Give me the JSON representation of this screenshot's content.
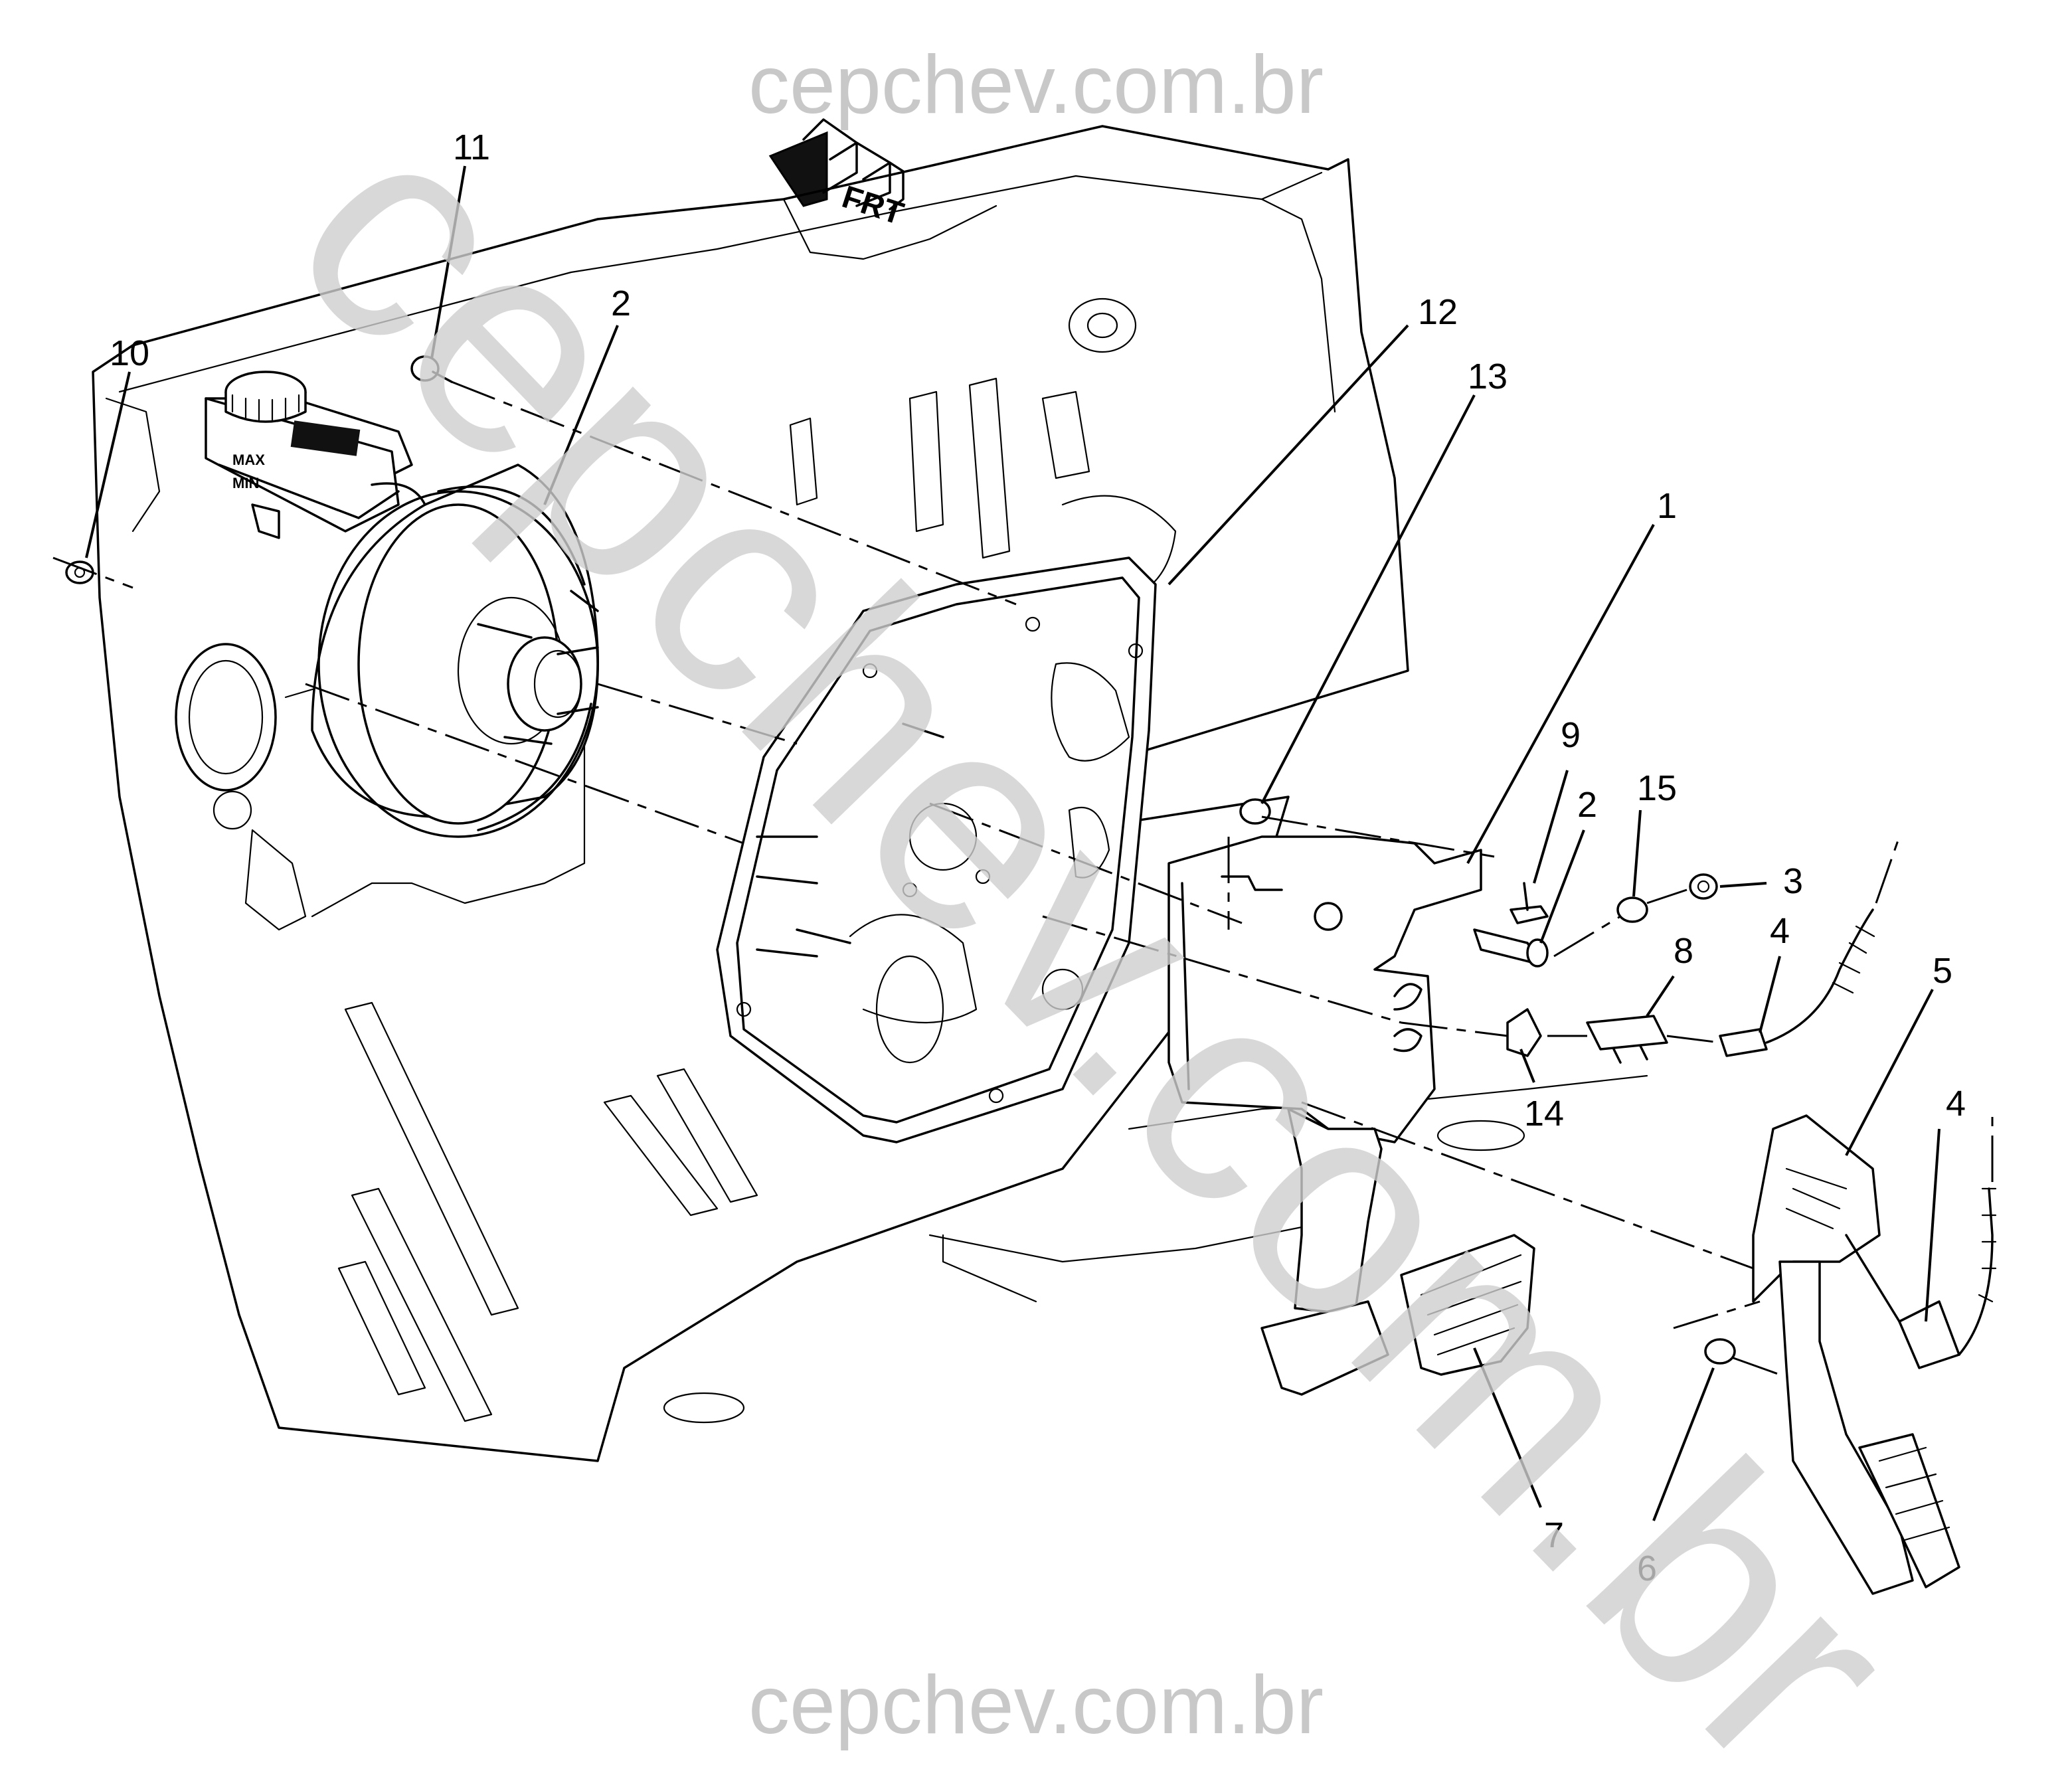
{
  "watermark": {
    "top": "cepchev.com.br",
    "bottom": "cepchev.com.br",
    "diagonal": "cepchev.com.br"
  },
  "front_indicator": "FRT",
  "callouts": [
    {
      "id": "c1",
      "label": "1"
    },
    {
      "id": "c2a",
      "label": "2"
    },
    {
      "id": "c2b",
      "label": "2"
    },
    {
      "id": "c3",
      "label": "3"
    },
    {
      "id": "c4a",
      "label": "4"
    },
    {
      "id": "c4b",
      "label": "4"
    },
    {
      "id": "c5",
      "label": "5"
    },
    {
      "id": "c6",
      "label": "6"
    },
    {
      "id": "c7",
      "label": "7"
    },
    {
      "id": "c8",
      "label": "8"
    },
    {
      "id": "c9",
      "label": "9"
    },
    {
      "id": "c10",
      "label": "10"
    },
    {
      "id": "c11",
      "label": "11"
    },
    {
      "id": "c12",
      "label": "12"
    },
    {
      "id": "c13",
      "label": "13"
    },
    {
      "id": "c14",
      "label": "14"
    },
    {
      "id": "c15",
      "label": "15"
    }
  ],
  "reservoir_labels": {
    "max": "MAX",
    "min": "MIN"
  }
}
